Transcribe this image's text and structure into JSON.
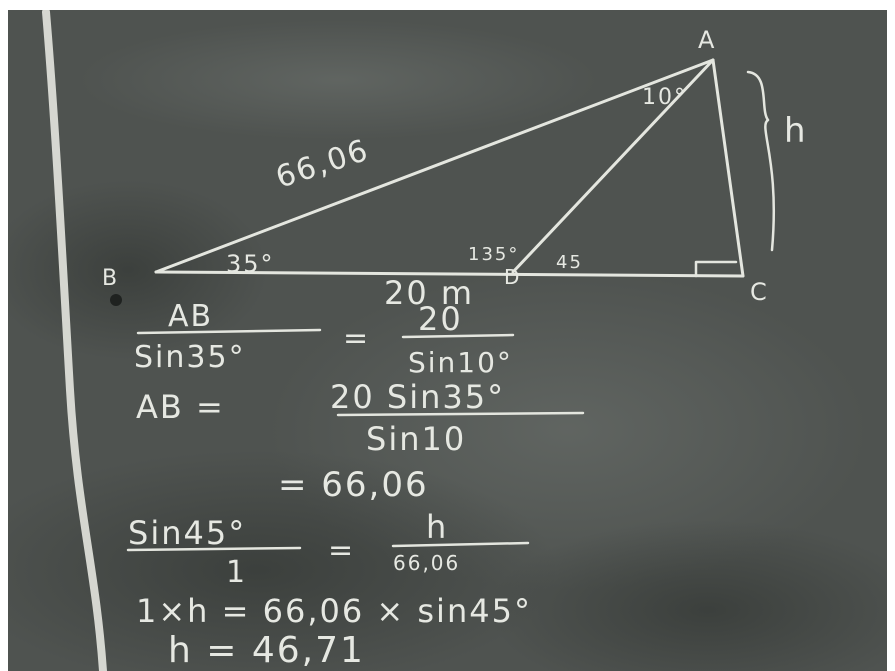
{
  "colors": {
    "board": "#4f5350",
    "board_dark": "#3f4340",
    "chalk": "#e6e8e2",
    "frame": "#ffffff"
  },
  "diagram": {
    "vertex_a": "A",
    "vertex_b": "B",
    "vertex_c": "C",
    "vertex_d": "D",
    "angle_a": "10°",
    "angle_b": "35°",
    "angle_d_left": "135°",
    "angle_d_right": "45",
    "side_ab": "66,06",
    "side_bd": "20 m",
    "height": "h"
  },
  "work": {
    "line1_num": "AB",
    "line1_den": "Sin35°",
    "line1_eq": "=",
    "line1_rhs_num": "20",
    "line1_rhs_den": "Sin10°",
    "line2_lhs": "AB =",
    "line2_num": "20 Sin35°",
    "line2_den": "Sin10",
    "line3": "= 66,06",
    "line4_num": "Sin45°",
    "line4_den": "1",
    "line4_eq": "=",
    "line4_rhs_num": "h",
    "line4_rhs_den": "66,06",
    "line5": "1×h = 66,06 × sin45°",
    "line6": "h = 46,71"
  }
}
